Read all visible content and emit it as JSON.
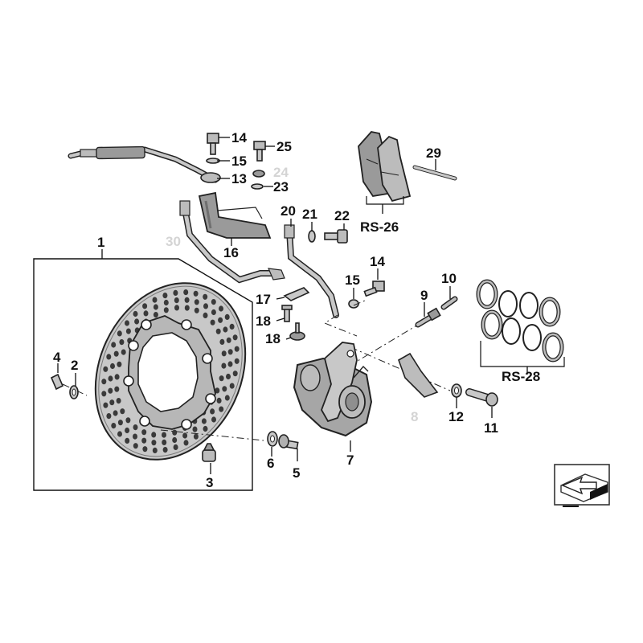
{
  "callouts": {
    "c1": "1",
    "c2": "2",
    "c3": "3",
    "c4": "4",
    "c5": "5",
    "c6": "6",
    "c7": "7",
    "c8": "8",
    "c9": "9",
    "c10": "10",
    "c11": "11",
    "c12": "12",
    "c13": "13",
    "c14a": "14",
    "c14b": "14",
    "c15a": "15",
    "c15b": "15",
    "c16": "16",
    "c17": "17",
    "c18a": "18",
    "c18b": "18",
    "c20": "20",
    "c21": "21",
    "c22": "22",
    "c23": "23",
    "c24": "24",
    "c25": "25",
    "c29": "29",
    "c30": "30",
    "rs26": "RS-26",
    "rs28": "RS-28"
  },
  "colors": {
    "part_fill": "#c8c8c8",
    "part_fill_dark": "#9a9a9a",
    "outline": "#222222",
    "faded_label": "#d4d4d4"
  }
}
